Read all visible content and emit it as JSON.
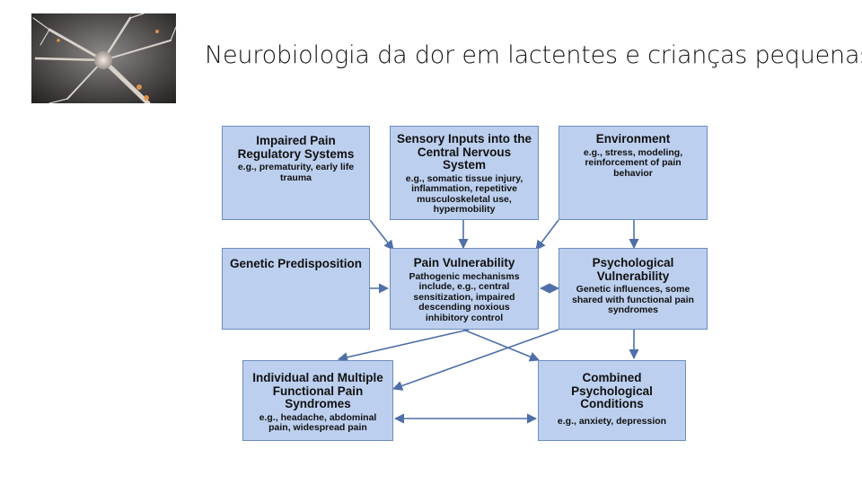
{
  "slide": {
    "title": "Neurobiologia da dor em lactentes e crianças pequenas"
  },
  "image": {
    "subject": "neuron-image"
  },
  "colors": {
    "box_fill": "#bccfee",
    "box_border": "#6d8cbd",
    "arrow": "#4e6fa8"
  },
  "diagram": {
    "impaired": {
      "heading": "Impaired Pain Regulatory Systems",
      "detail": "e.g., prematurity, early life trauma"
    },
    "sensory": {
      "heading": "Sensory Inputs into the Central Nervous System",
      "detail": "e.g., somatic tissue injury, inflammation, repetitive musculoskeletal use, hypermobility"
    },
    "environment": {
      "heading": "Environment",
      "detail": "e.g., stress, modeling, reinforcement of pain behavior"
    },
    "genetic": {
      "heading": "Genetic Predisposition",
      "detail": ""
    },
    "vulnerability": {
      "heading": "Pain Vulnerability",
      "detail": "Pathogenic mechanisms include, e.g., central sensitization, impaired descending noxious inhibitory control"
    },
    "psych_vulnerability": {
      "heading": "Psychological Vulnerability",
      "detail": "Genetic influences, some shared with functional pain syndromes"
    },
    "syndromes": {
      "heading": "Individual and Multiple Functional Pain Syndromes",
      "detail": "e.g., headache, abdominal pain, widespread pain"
    },
    "combined": {
      "heading": "Combined Psychological Conditions",
      "detail": "e.g., anxiety, depression"
    }
  }
}
